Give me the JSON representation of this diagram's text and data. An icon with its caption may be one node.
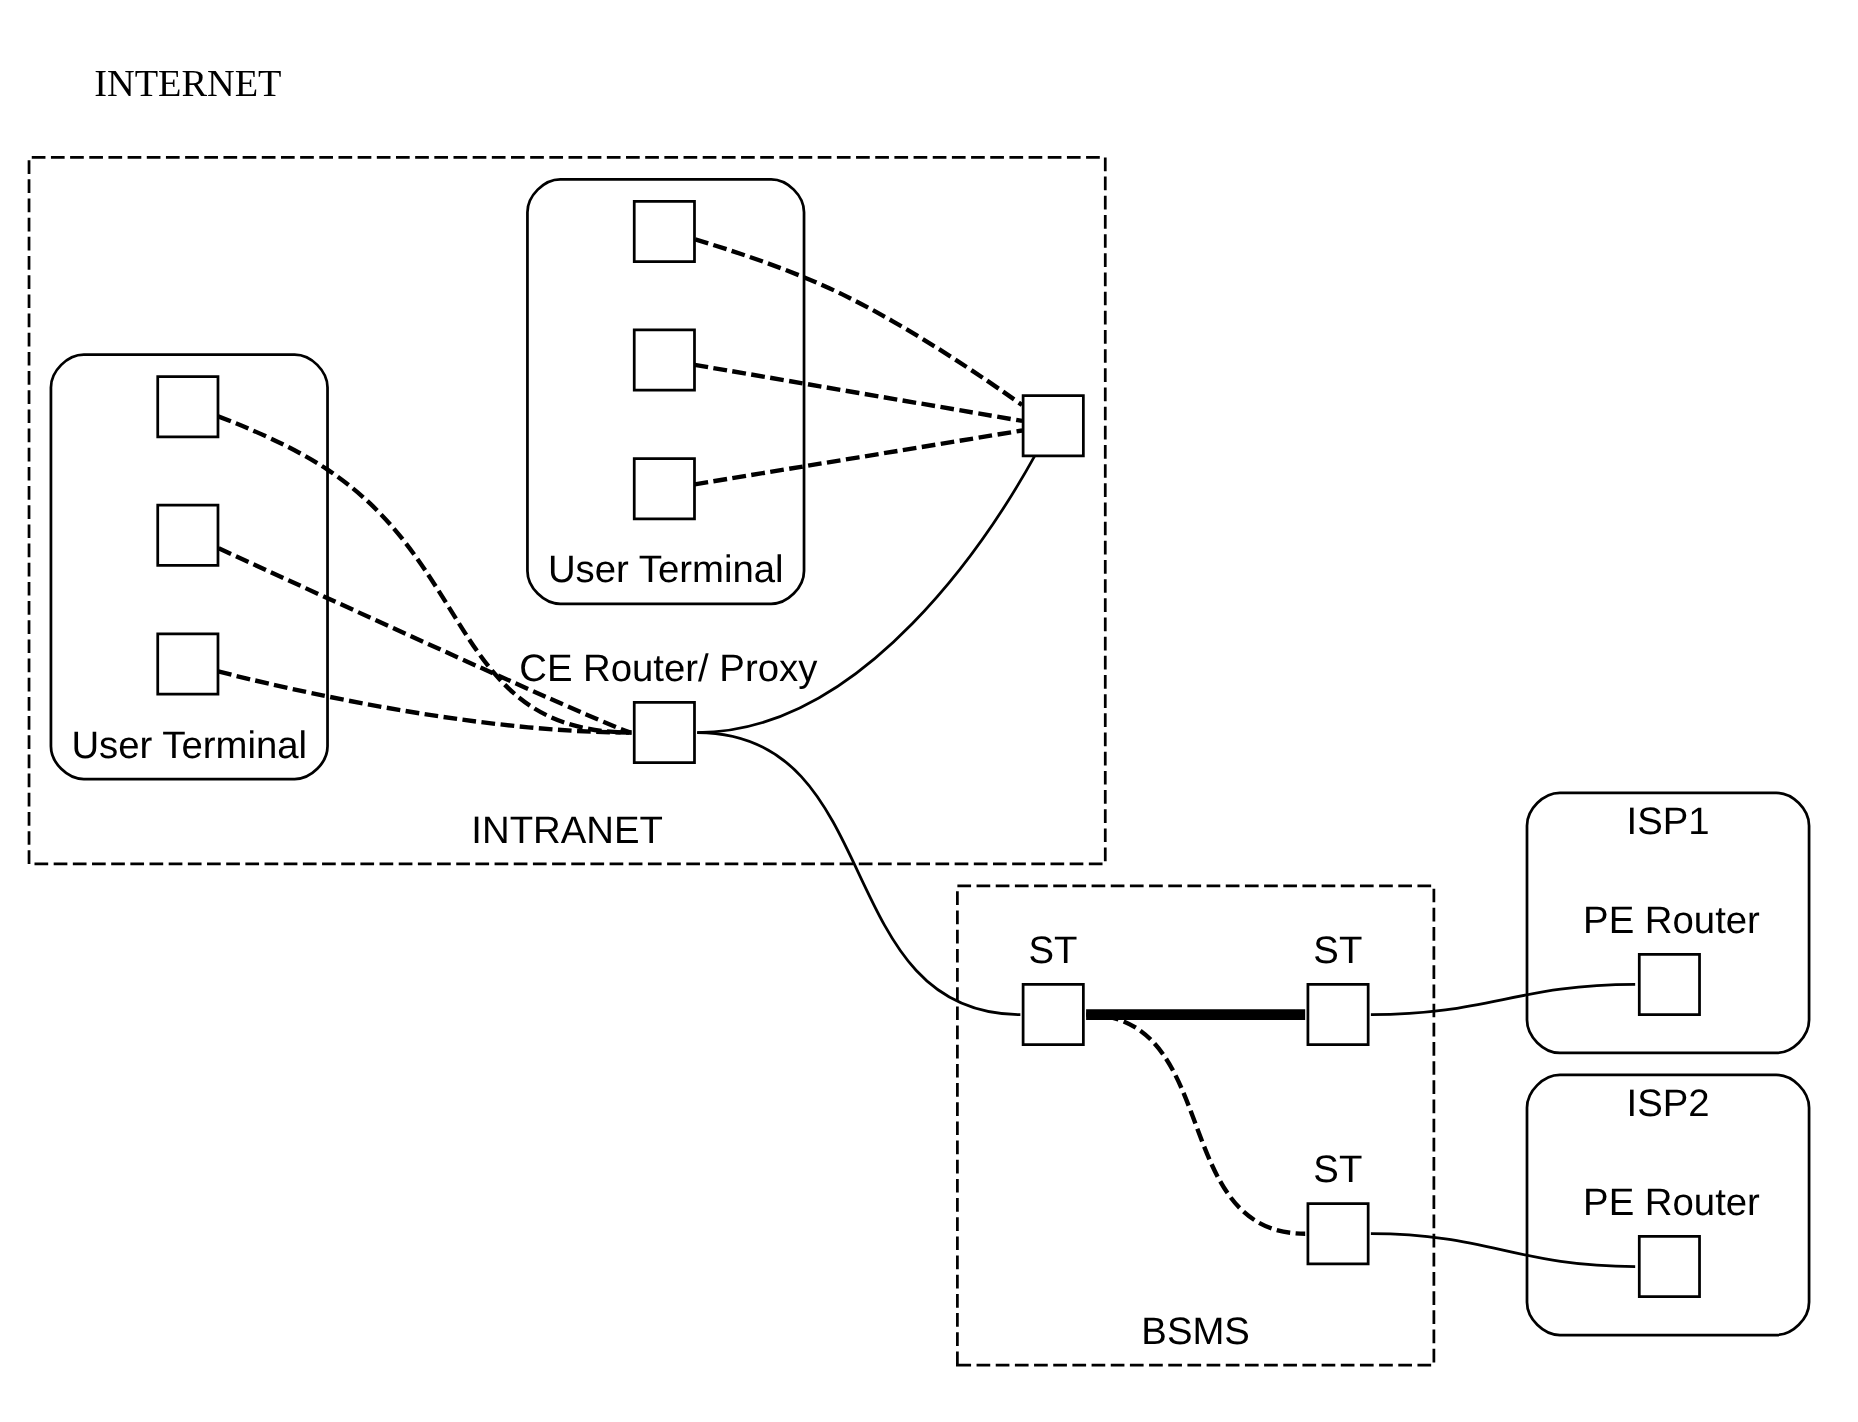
{
  "diagram": {
    "nodes": [
      {
        "text": [
          "INTRANET"
        ]
      },
      {
        "text": [
          "User Terminal"
        ],
        "in": 0
      },
      {
        "text": [],
        "shape": "box",
        "in": 1
      },
      {
        "text": [],
        "shape": "box",
        "in": 1
      },
      {
        "text": [],
        "shape": "box",
        "in": 1
      },
      {
        "text": [],
        "shape": "box",
        "in": 0,
        "beside": [
          "CE Router/ Proxy"
        ]
      },
      {
        "text": [
          "User Terminal"
        ],
        "in": 0
      },
      {
        "text": [],
        "shape": "box",
        "in": 6
      },
      {
        "text": [],
        "shape": "box",
        "in": 6
      },
      {
        "text": [],
        "shape": "box",
        "in": 6
      },
      {
        "text": [],
        "shape": "box",
        "in": 0
      },
      {
        "text": [
          "BSMS"
        ]
      },
      {
        "text": [],
        "shape": "box",
        "in": 11,
        "beside": [
          "ST"
        ]
      },
      {
        "text": [],
        "shape": "box",
        "in": 11,
        "beside": [
          "ST"
        ]
      },
      {
        "text": [],
        "shape": "box",
        "in": 11,
        "beside": [
          "ST"
        ]
      },
      {
        "text": [
          "ISP1"
        ]
      },
      {
        "text": [],
        "shape": "box",
        "in": 15,
        "beside": [
          "PE Router"
        ]
      },
      {
        "text": [
          "ISP2"
        ]
      },
      {
        "text": [],
        "shape": "box",
        "in": 17,
        "beside": [
          "PE Router"
        ]
      }
    ],
    "edges": [
      {
        "from": 2,
        "to": 5,
        "arrow": "none",
        "style": "dashed"
      },
      {
        "from": 3,
        "to": 5,
        "arrow": "none",
        "style": "dashed"
      },
      {
        "from": 4,
        "to": 5,
        "arrow": "none",
        "style": "dashed"
      },
      {
        "from": 7,
        "to": 10,
        "arrow": "none",
        "style": "dashed"
      },
      {
        "from": 8,
        "to": 10,
        "arrow": "none",
        "style": "dashed"
      },
      {
        "from": 9,
        "to": 10,
        "arrow": "none",
        "style": "dashed"
      },
      {
        "from": 5,
        "to": 10,
        "arrow": "none"
      },
      {
        "from": 5,
        "to": 12,
        "arrow": "none"
      },
      {
        "from": 12,
        "to": 13,
        "arrow": "none",
        "style": "thick"
      },
      {
        "from": 12,
        "to": 14,
        "arrow": "none",
        "style": "dashed"
      },
      {
        "from": 13,
        "to": 16,
        "arrow": "none"
      },
      {
        "from": 14,
        "to": 18,
        "arrow": "none"
      }
    ],
    "labels": [
      "INTERNET"
    ]
  }
}
